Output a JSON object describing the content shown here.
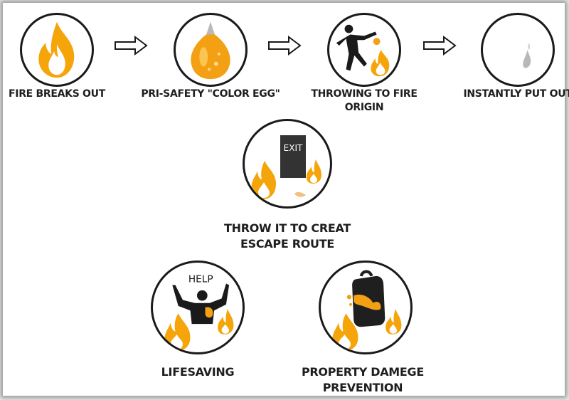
{
  "steps": [
    {
      "id": "fire-breaks-out",
      "label": "FIRE BREAKS OUT"
    },
    {
      "id": "color-egg",
      "label": "PRI-SAFETY \"COLOR EGG\""
    },
    {
      "id": "throwing",
      "label": "THROWING TO FIRE ORIGIN"
    },
    {
      "id": "put-out",
      "label": "INSTANTLY PUT OUT"
    }
  ],
  "uses": [
    {
      "id": "escape",
      "label": "THROW IT TO CREAT ESCAPE ROUTE",
      "sign_text": "EXIT"
    },
    {
      "id": "lifesaving",
      "label": "LIFESAVING",
      "sign_text": "HELP"
    },
    {
      "id": "property",
      "label": "PROPERTY DAMEGE PREVENTION"
    }
  ],
  "colors": {
    "flame_outer": "#f5a40a",
    "flame_inner": "#ffffff",
    "egg": "#f3a014",
    "outline": "#1a1a1a"
  },
  "icons": [
    "fire-icon",
    "color-egg-icon",
    "thrower-icon",
    "smoke-icon",
    "exit-sign-icon",
    "person-help-icon",
    "backpack-icon",
    "arrow-right-icon"
  ]
}
